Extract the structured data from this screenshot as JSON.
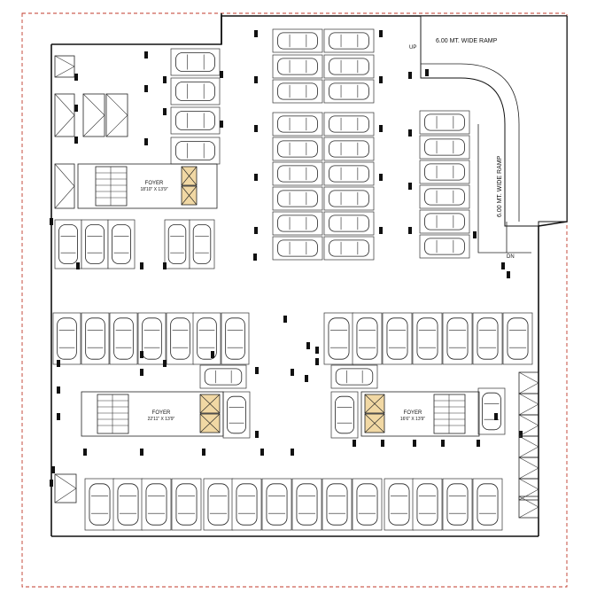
{
  "labels": {
    "ramp_top": "6.00 MT. WIDE RAMP",
    "ramp_side": "6.00 MT. WIDE RAMP",
    "up": "UP",
    "dn": "DN",
    "foyer1_name": "FOYER",
    "foyer1_size": "18'10\" X 13'9\"",
    "foyer2_name": "FOYER",
    "foyer2_size": "22'11\" X 13'9\"",
    "foyer3_name": "FOYER",
    "foyer3_size": "16'6\" X 13'9\""
  },
  "colors": {
    "boundary": "#c0392b",
    "lift": "#f1d8a4",
    "wall": "#111111"
  }
}
